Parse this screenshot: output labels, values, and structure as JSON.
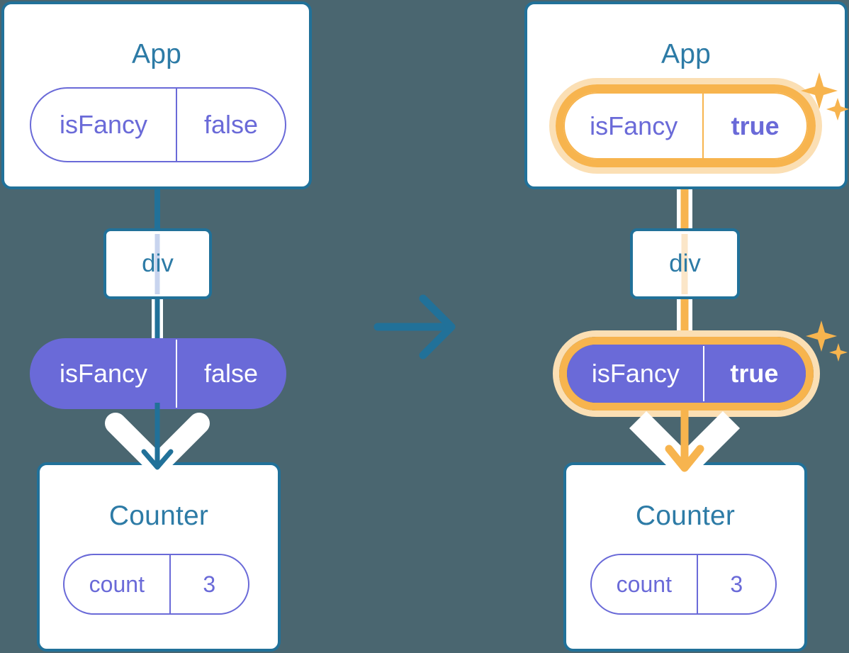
{
  "diagram": {
    "type": "react-state-propagation",
    "background_color": "#4a6670",
    "colors": {
      "component_border": "#217199",
      "component_title": "#2d7ba6",
      "state_purple": "#6a6ad8",
      "highlight_orange": "#f7b44e",
      "highlight_orange_soft": "#fbdfb4",
      "white": "#ffffff"
    },
    "transition_arrow": {
      "icon": "arrow-right-icon",
      "color": "#217199"
    }
  },
  "before": {
    "app": {
      "title": "App",
      "state": {
        "key": "isFancy",
        "value": "false",
        "highlighted": false,
        "style": "outline"
      }
    },
    "div": {
      "label": "div"
    },
    "prop_pill": {
      "key": "isFancy",
      "value": "false",
      "highlighted": false,
      "style": "solid"
    },
    "counter": {
      "title": "Counter",
      "state": {
        "key": "count",
        "value": "3",
        "highlighted": false,
        "style": "outline"
      }
    },
    "arrow": {
      "color": "#217199",
      "name": "prop-arrow-blue"
    },
    "sparkles": false
  },
  "after": {
    "app": {
      "title": "App",
      "state": {
        "key": "isFancy",
        "value": "true",
        "highlighted": true,
        "style": "outline"
      }
    },
    "div": {
      "label": "div"
    },
    "prop_pill": {
      "key": "isFancy",
      "value": "true",
      "highlighted": true,
      "style": "solid"
    },
    "counter": {
      "title": "Counter",
      "state": {
        "key": "count",
        "value": "3",
        "highlighted": false,
        "style": "outline"
      }
    },
    "arrow": {
      "color": "#f7b44e",
      "name": "prop-arrow-orange"
    },
    "sparkles": true
  }
}
